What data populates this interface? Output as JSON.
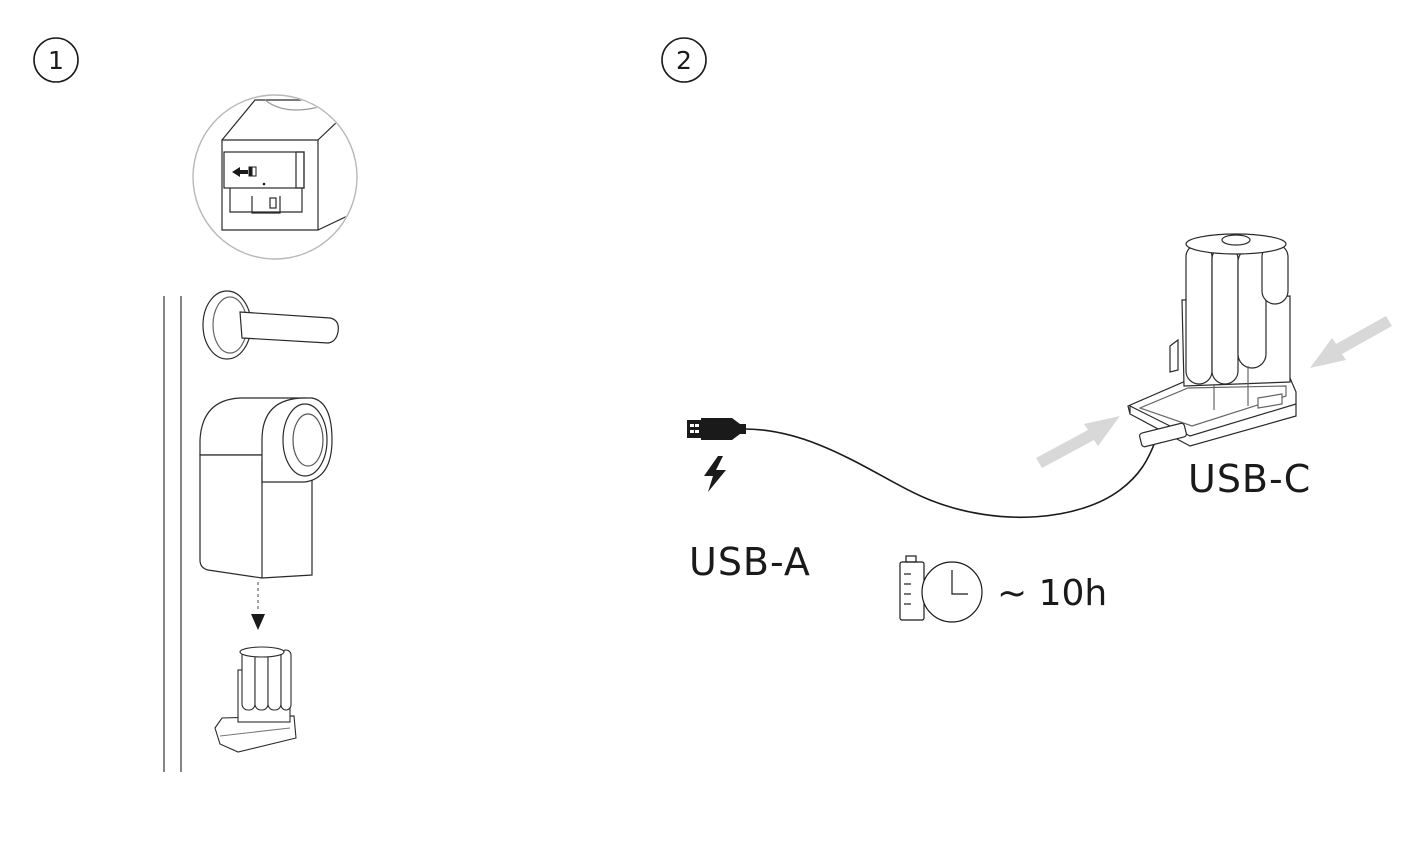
{
  "steps": [
    {
      "number": "1"
    },
    {
      "number": "2"
    }
  ],
  "labels": {
    "usb_a": "USB-A",
    "usb_c": "USB-C",
    "charge_time": "~ 10h"
  },
  "icons": {
    "power": "lightning-bolt-icon",
    "charge_timer": "battery-clock-icon",
    "usb_plug": "usb-a-plug-icon"
  },
  "colors": {
    "line": "#1a1a1a",
    "arrow_fill": "#d8d8d8"
  }
}
